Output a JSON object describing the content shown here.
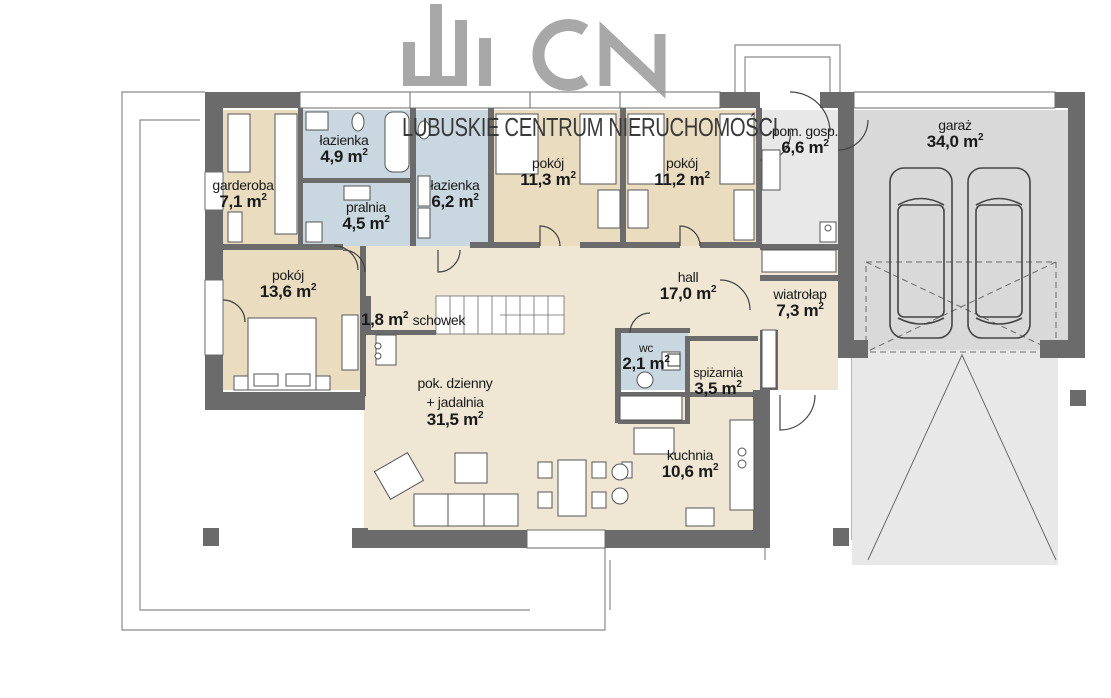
{
  "logo": {
    "text": "LCN",
    "name": "LUBUSKIE CENTRUM NIERUCHOMOŚCI"
  },
  "area_unit": "m",
  "rooms": [
    {
      "id": "garderoba",
      "name": "garderoba",
      "area": "7,1"
    },
    {
      "id": "lazienka1",
      "name": "łazienka",
      "area": "4,9"
    },
    {
      "id": "pralnia",
      "name": "pralnia",
      "area": "4,5"
    },
    {
      "id": "lazienka2",
      "name": "łazienka",
      "area": "6,2"
    },
    {
      "id": "pokoj1",
      "name": "pokój",
      "area": "11,3"
    },
    {
      "id": "pokoj2",
      "name": "pokój",
      "area": "11,2"
    },
    {
      "id": "pom-gosp",
      "name": "pom. gosp.",
      "area": "6,6"
    },
    {
      "id": "garaz",
      "name": "garaż",
      "area": "34,0"
    },
    {
      "id": "pokoj3",
      "name": "pokój",
      "area": "13,6"
    },
    {
      "id": "hall",
      "name": "hall",
      "area": "17,0"
    },
    {
      "id": "wiatrolap",
      "name": "wiatrołap",
      "area": "7,3"
    },
    {
      "id": "schowek",
      "name": "schowek",
      "area": "1,8"
    },
    {
      "id": "wc",
      "name": "wc",
      "area": "2,1"
    },
    {
      "id": "spizarnia",
      "name": "spiżarnia",
      "area": "3,5"
    },
    {
      "id": "pokoj-dzienny",
      "name": "pok. dzienny",
      "name2": "+ jadalnia",
      "area": "31,5"
    },
    {
      "id": "kuchnia",
      "name": "kuchnia",
      "area": "10,6"
    }
  ],
  "colors": {
    "wall": "#6b6b6b",
    "living": "#efe6d3",
    "bedroom": "#eadcbf",
    "bathroom": "#c9d8e0",
    "garage": "#d9d9d9",
    "utility": "#e8e8e8",
    "terrace_line": "#8a8a8a"
  }
}
